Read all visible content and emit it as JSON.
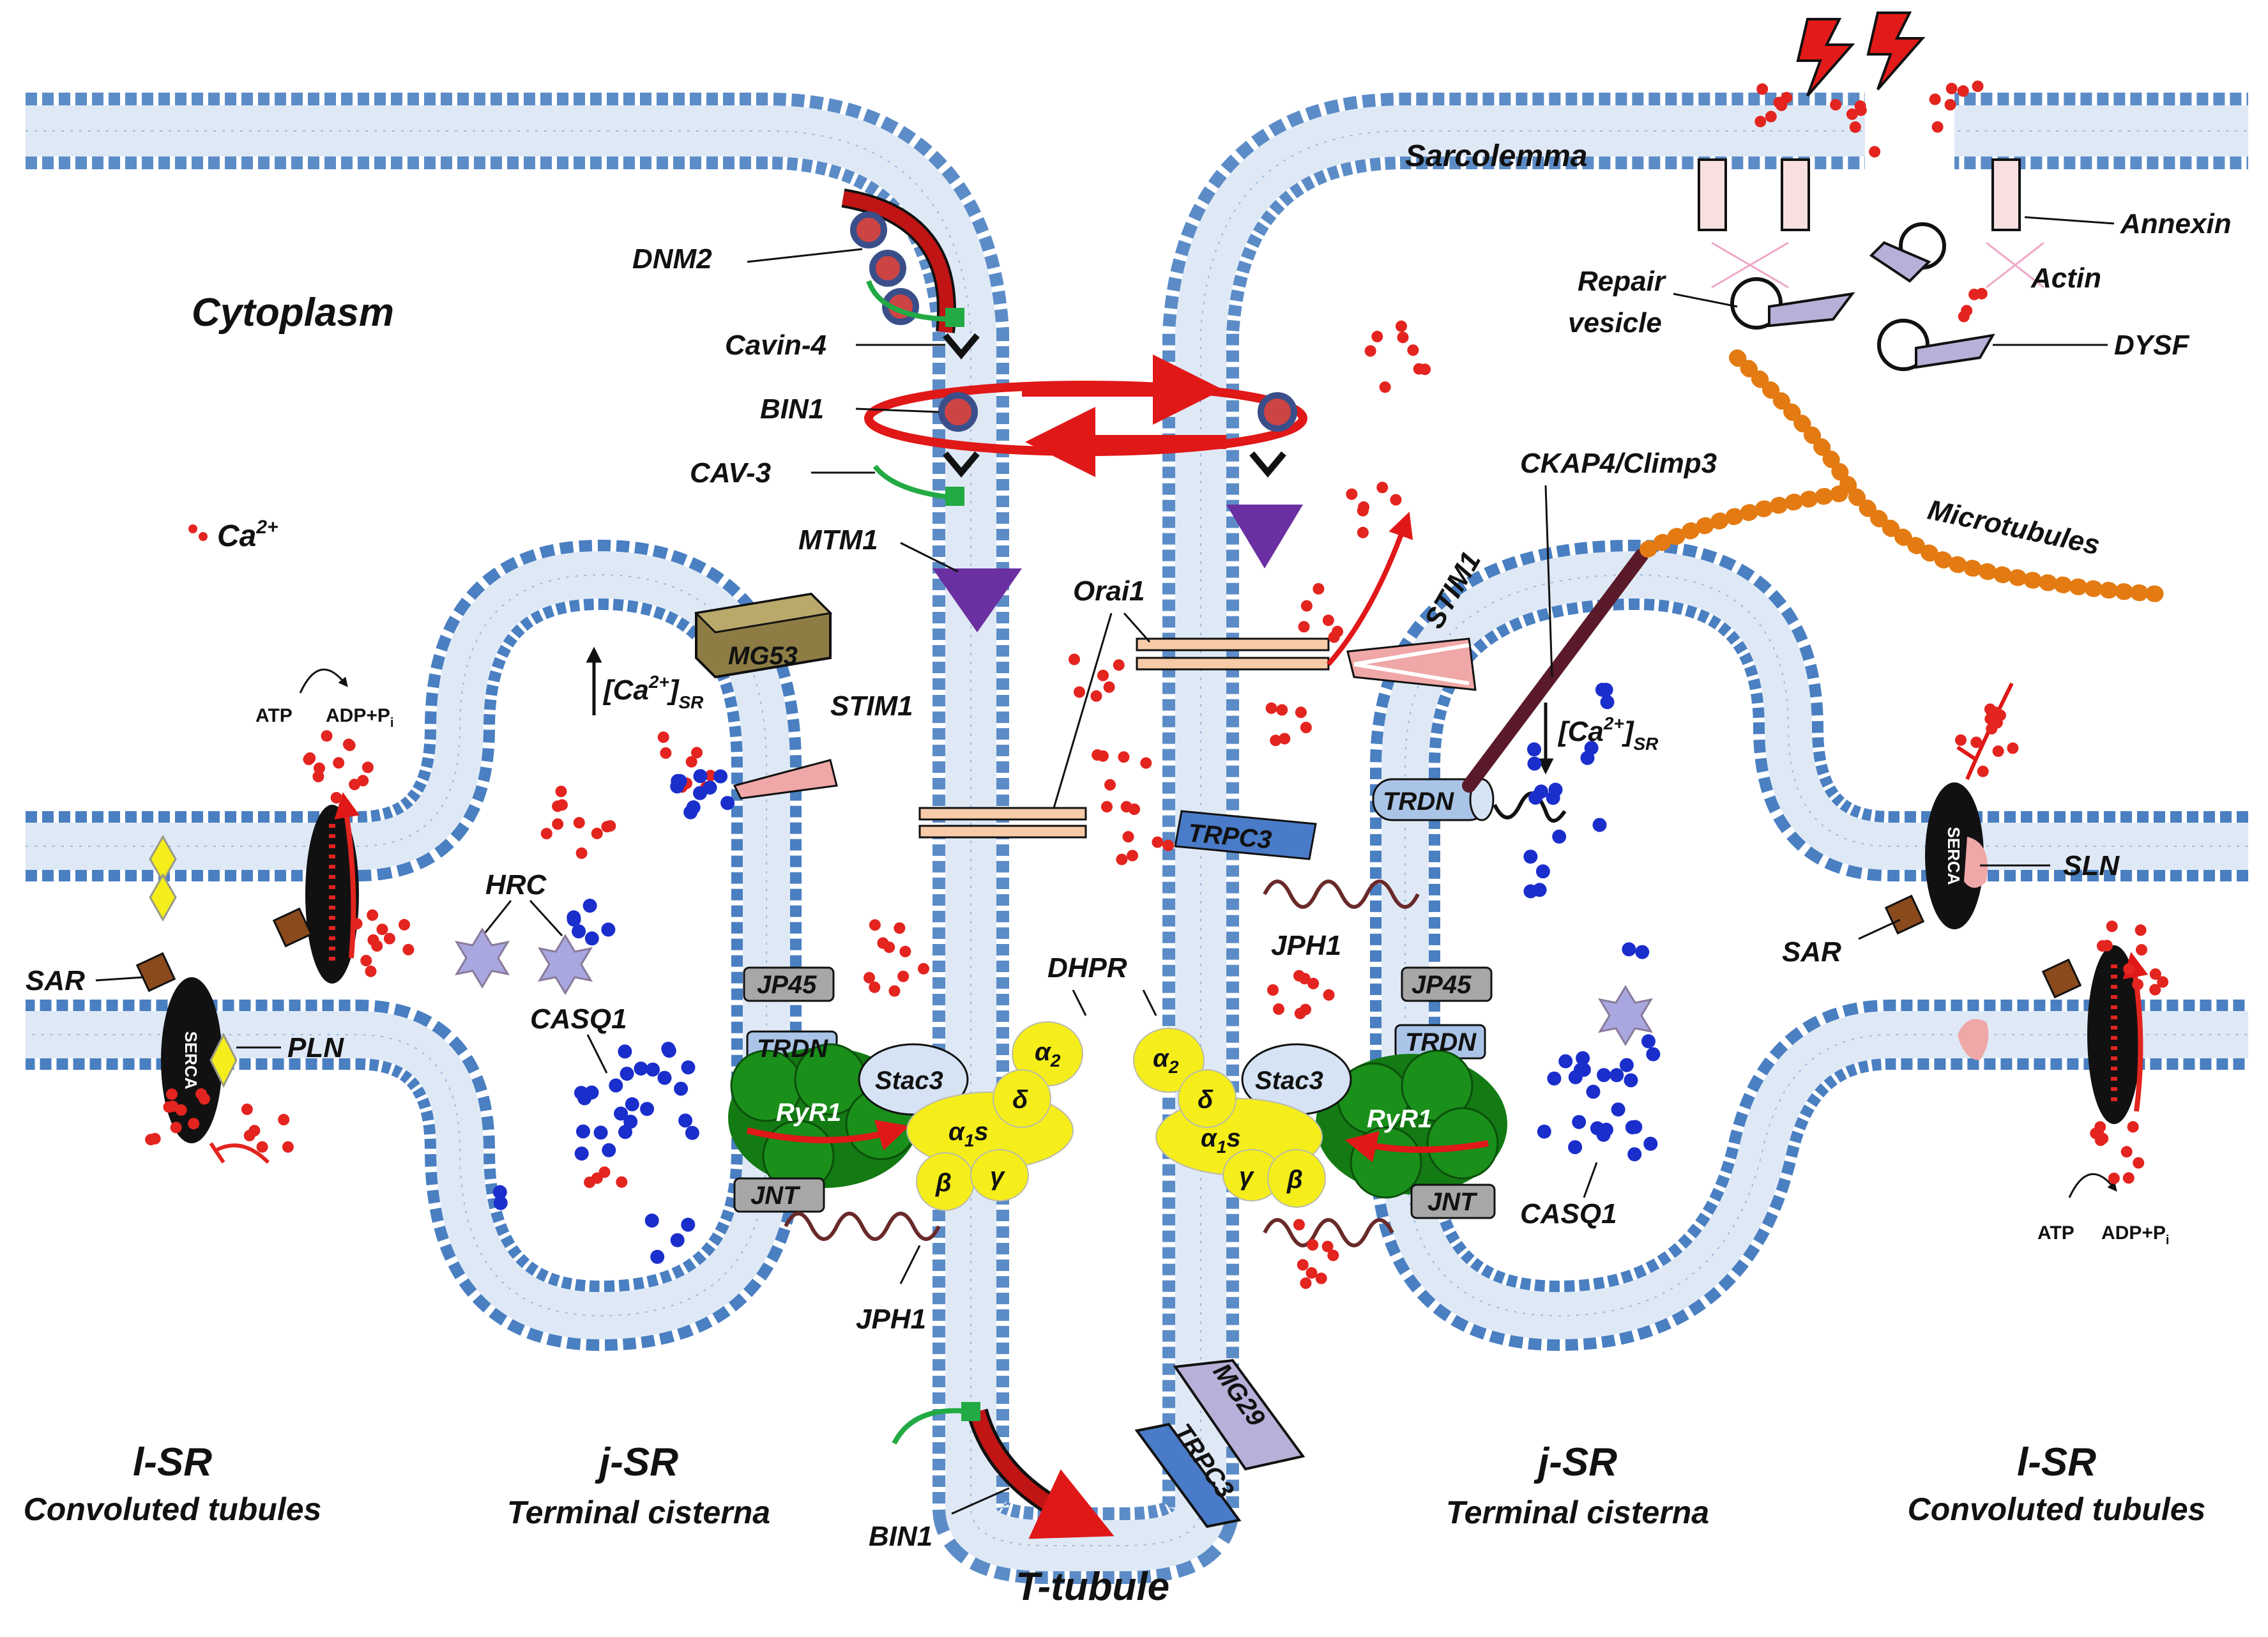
{
  "colors": {
    "membrane_head": "#4a7fc1",
    "membrane_fill": "#dfe9f6",
    "calcium_sr": "#e3241f",
    "calcium_bound": "#1a2ecc",
    "ryr1": "#147a14",
    "dhpr": "#f5ee1a",
    "mtm1": "#6a2fa0",
    "microtubule": "#e37b12",
    "bin1_arrow": "#e01818"
  },
  "labels": {
    "sarcolemma": "Sarcolemma",
    "cytoplasm": "Cytoplasm",
    "ca_ion": "Ca",
    "ca_sup": "2+",
    "dnm2": "DNM2",
    "cavin4": "Cavin-4",
    "bin1_top": "BIN1",
    "cav3": "CAV-3",
    "mtm1": "MTM1",
    "orai1": "Orai1",
    "stim1_left": "STIM1",
    "stim1_right": "STIM1",
    "mg53": "MG53",
    "ca_sr_left": "[Ca",
    "ca_sr_right": "[Ca",
    "ca_sr_sup": "2+",
    "ca_sr_sub": "SR",
    "atp": "ATP",
    "adp": "ADP+P",
    "adp_sub": "i",
    "hrc": "HRC",
    "sar_left": "SAR",
    "sar_right": "SAR",
    "serca": "SERCA",
    "pln": "PLN",
    "sln": "SLN",
    "casq1_left": "CASQ1",
    "casq1_right": "CASQ1",
    "jp45": "JP45",
    "trdn": "TRDN",
    "ryr1": "RyR1",
    "jnt": "JNT",
    "stac3": "Stac3",
    "alpha2": "α",
    "alpha2_sub": "2",
    "delta": "δ",
    "alpha1s": "α",
    "alpha1s_sub": "1",
    "alpha1s_suffix": "s",
    "beta": "β",
    "gamma": "γ",
    "dhpr": "DHPR",
    "jph1_left": "JPH1",
    "jph1_right": "JPH1",
    "trpc3": "TRPC3",
    "trdn_cyl": "TRDN",
    "ckap4": "CKAP4/Climp3",
    "microtubules": "Microtubules",
    "annexin": "Annexin",
    "actin": "Actin",
    "repair_vesicle_1": "Repair",
    "repair_vesicle_2": "vesicle",
    "dysf": "DYSF",
    "mg29": "MG29",
    "trpc3_bottom": "TRPC3",
    "bin1_bottom": "BIN1",
    "ttubule": "T-tubule"
  },
  "regions": [
    {
      "title": "l-SR",
      "subtitle": "Convoluted tubules"
    },
    {
      "title": "j-SR",
      "subtitle": "Terminal cisterna"
    },
    {
      "title": "j-SR",
      "subtitle": "Terminal cisterna"
    },
    {
      "title": "l-SR",
      "subtitle": "Convoluted tubules"
    }
  ]
}
